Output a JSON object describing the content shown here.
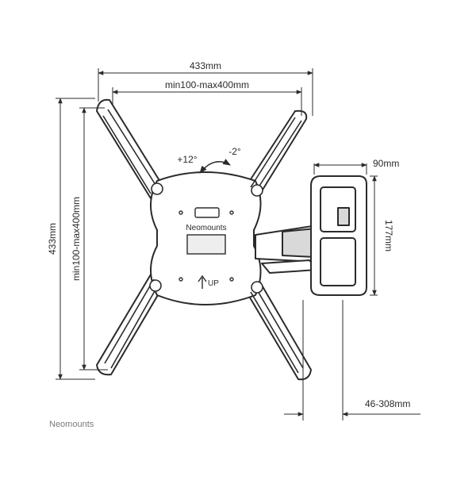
{
  "dimensions": {
    "overall_width": "433mm",
    "vesa_width": "min100-max400mm",
    "overall_height": "433mm",
    "vesa_height": "min100-max400mm",
    "wall_plate_width": "90mm",
    "wall_plate_height": "177mm",
    "wall_distance": "46-308mm"
  },
  "tilt": {
    "up": "+12°",
    "down": "-2°"
  },
  "plate": {
    "logo_text": "Neomounts",
    "up_label": "UP"
  },
  "footer": {
    "brand": "Neomounts"
  },
  "colors": {
    "line": "#2b2b2b",
    "fill": "#ffffff",
    "shade": "#d9d9d9"
  }
}
